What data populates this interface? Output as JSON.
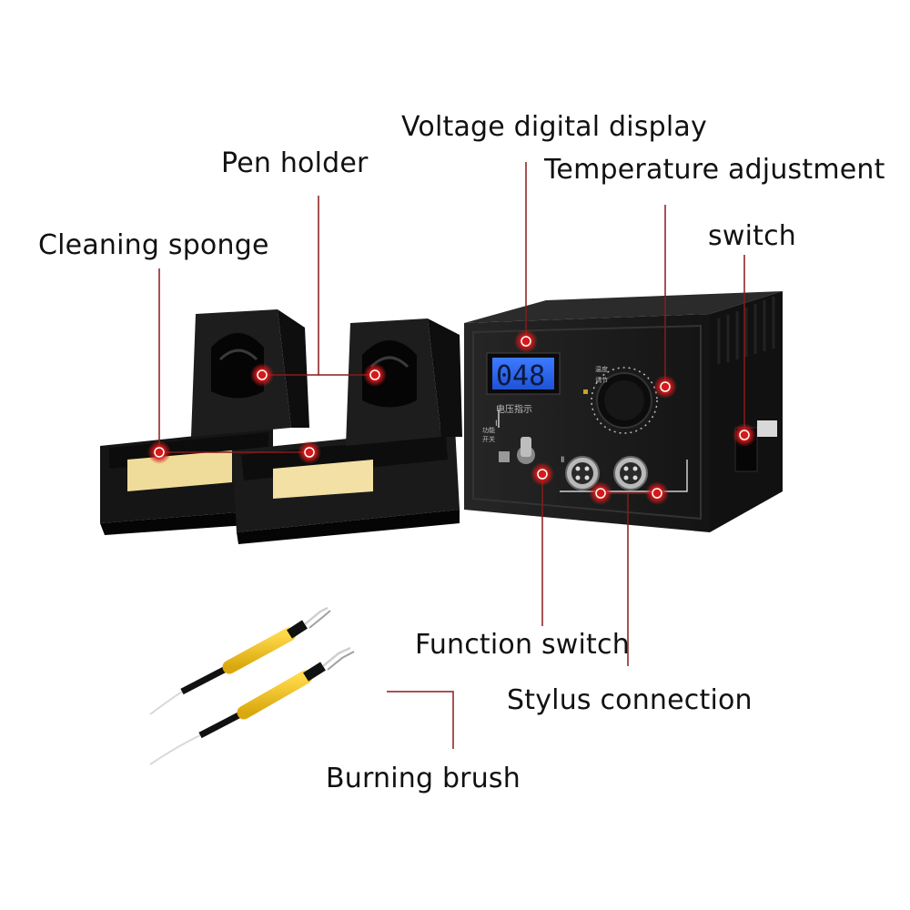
{
  "labels": {
    "voltage_display": "Voltage digital display",
    "pen_holder": "Pen holder",
    "temperature_adjustment": "Temperature adjustment",
    "switch": "switch",
    "cleaning_sponge": "Cleaning sponge",
    "function_switch": "Function switch",
    "stylus_connection": "Stylus connection",
    "burning_brush": "Burning brush"
  },
  "device": {
    "display_value": "048",
    "panel_caption": "电压指示",
    "knob_caption_1": "温度",
    "knob_caption_2": "调节",
    "func_caption_1": "功能",
    "func_caption_2": "开关",
    "marker_1": "Ⅰ",
    "marker_2": "Ⅱ"
  },
  "colors": {
    "leader_line": "#8a1a1a",
    "marker_core": "#d41a1a",
    "device_body": "#1b1b1b",
    "lcd": "#2a63e8",
    "pen_handle": "#f2c21a",
    "sponge": "#f0dc9a"
  }
}
